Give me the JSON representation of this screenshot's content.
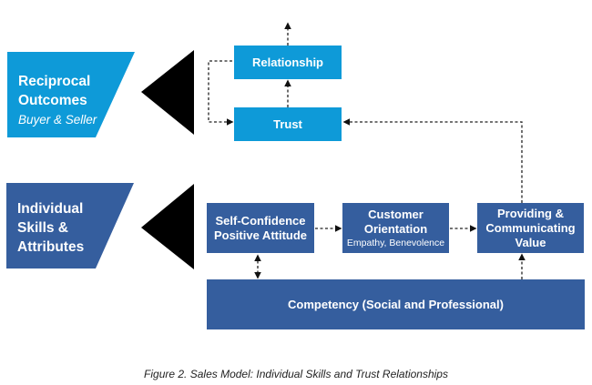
{
  "diagram": {
    "colors": {
      "outcome_blue": "#0E9AD8",
      "skills_blue": "#355E9E",
      "triangle": "#000000",
      "connector": "#222222"
    },
    "left_panels": {
      "outcomes": {
        "line1": "Reciprocal",
        "line2": "Outcomes",
        "subtitle": "Buyer & Seller"
      },
      "skills": {
        "line1": "Individual",
        "line2": "Skills &",
        "line3": "Attributes"
      }
    },
    "nodes": {
      "relationship": {
        "label": "Relationship"
      },
      "trust": {
        "label": "Trust"
      },
      "self_confidence": {
        "line1": "Self-Confidence",
        "line2": "Positive Attitude"
      },
      "customer_orientation": {
        "line1": "Customer",
        "line2": "Orientation",
        "sub": "Empathy, Benevolence"
      },
      "providing_value": {
        "line1": "Providing &",
        "line2": "Communicating",
        "line3": "Value"
      },
      "competency": {
        "label": "Competency (Social and Professional)"
      }
    },
    "edges": [
      {
        "from": "relationship",
        "to": "up",
        "style": "dashed-arrow"
      },
      {
        "from": "trust",
        "to": "relationship",
        "style": "dashed-arrow"
      },
      {
        "from": "relationship",
        "to": "trust",
        "style": "dashed-loop-left"
      },
      {
        "from": "providing_value",
        "to": "trust",
        "style": "dashed-arrow"
      },
      {
        "from": "self_confidence",
        "to": "customer_orientation",
        "style": "dashed-arrow"
      },
      {
        "from": "customer_orientation",
        "to": "providing_value",
        "style": "dashed-arrow"
      },
      {
        "from": "self_confidence",
        "to": "competency",
        "style": "dashed-double-arrow"
      },
      {
        "from": "competency",
        "to": "providing_value",
        "style": "dashed-arrow"
      }
    ],
    "caption": "Figure 2. Sales Model: Individual Skills and Trust Relationships"
  }
}
